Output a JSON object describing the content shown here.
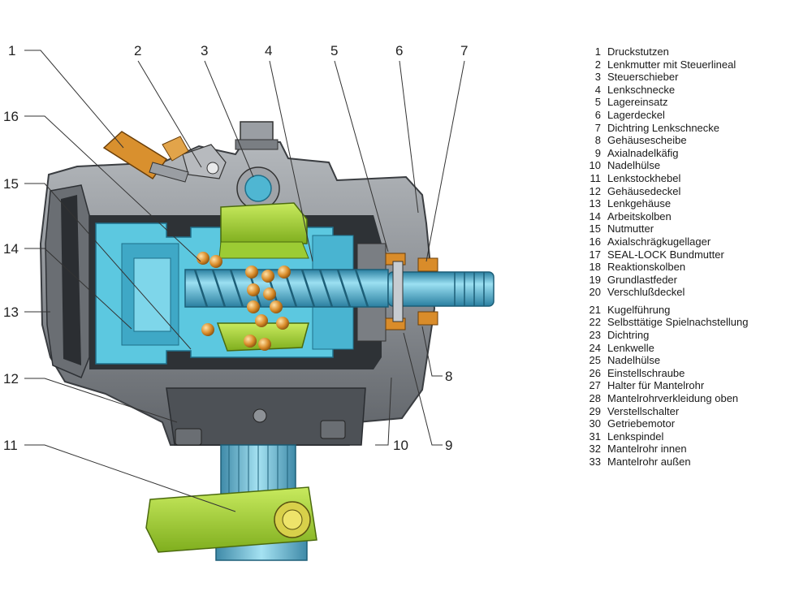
{
  "colors": {
    "housing": "#8b8f94",
    "housing_dark": "#4a4e53",
    "piston": "#5cc8e0",
    "piston_dark": "#2a94b3",
    "nut_green": "#a9d33a",
    "ball": "#d98c2a",
    "fitting": "#d9902e",
    "shaft": "#5fb8d4"
  },
  "callouts": [
    "1",
    "2",
    "3",
    "4",
    "5",
    "6",
    "7",
    "8",
    "9",
    "10",
    "11",
    "12",
    "13",
    "14",
    "15",
    "16"
  ],
  "legend": {
    "group1": [
      {
        "num": "1",
        "text": "Druckstutzen"
      },
      {
        "num": "2",
        "text": "Lenkmutter mit Steuerlineal"
      },
      {
        "num": "3",
        "text": "Steuerschieber"
      },
      {
        "num": "4",
        "text": "Lenkschnecke"
      },
      {
        "num": "5",
        "text": "Lagereinsatz"
      },
      {
        "num": "6",
        "text": "Lagerdeckel"
      },
      {
        "num": "7",
        "text": "Dichtring Lenkschnecke"
      },
      {
        "num": "8",
        "text": "Gehäusescheibe"
      },
      {
        "num": "9",
        "text": "Axialnadelkäfig"
      },
      {
        "num": "10",
        "text": "Nadelhülse"
      },
      {
        "num": "11",
        "text": "Lenkstockhebel"
      },
      {
        "num": "12",
        "text": "Gehäusedeckel"
      },
      {
        "num": "13",
        "text": "Lenkgehäuse"
      },
      {
        "num": "14",
        "text": "Arbeitskolben"
      },
      {
        "num": "15",
        "text": "Nutmutter"
      },
      {
        "num": "16",
        "text": "Axialschrägkugellager"
      },
      {
        "num": "17",
        "text": "SEAL-LOCK Bundmutter"
      },
      {
        "num": "18",
        "text": "Reaktionskolben"
      },
      {
        "num": "19",
        "text": "Grundlastfeder"
      },
      {
        "num": "20",
        "text": "Verschlußdeckel"
      }
    ],
    "group2": [
      {
        "num": "21",
        "text": "Kugelführung"
      },
      {
        "num": "22",
        "text": "Selbsttätige Spielnachstellung"
      },
      {
        "num": "23",
        "text": "Dichtring"
      },
      {
        "num": "24",
        "text": "Lenkwelle"
      },
      {
        "num": "25",
        "text": "Nadelhülse"
      },
      {
        "num": "26",
        "text": "Einstellschraube"
      },
      {
        "num": "27",
        "text": "Halter für Mantelrohr"
      },
      {
        "num": "28",
        "text": "Mantelrohrverkleidung oben"
      },
      {
        "num": "29",
        "text": "Verstellschalter"
      },
      {
        "num": "30",
        "text": "Getriebemotor"
      },
      {
        "num": "31",
        "text": "Lenkspindel"
      },
      {
        "num": "32",
        "text": "Mantelrohr innen"
      },
      {
        "num": "33",
        "text": "Mantelrohr außen"
      }
    ]
  }
}
